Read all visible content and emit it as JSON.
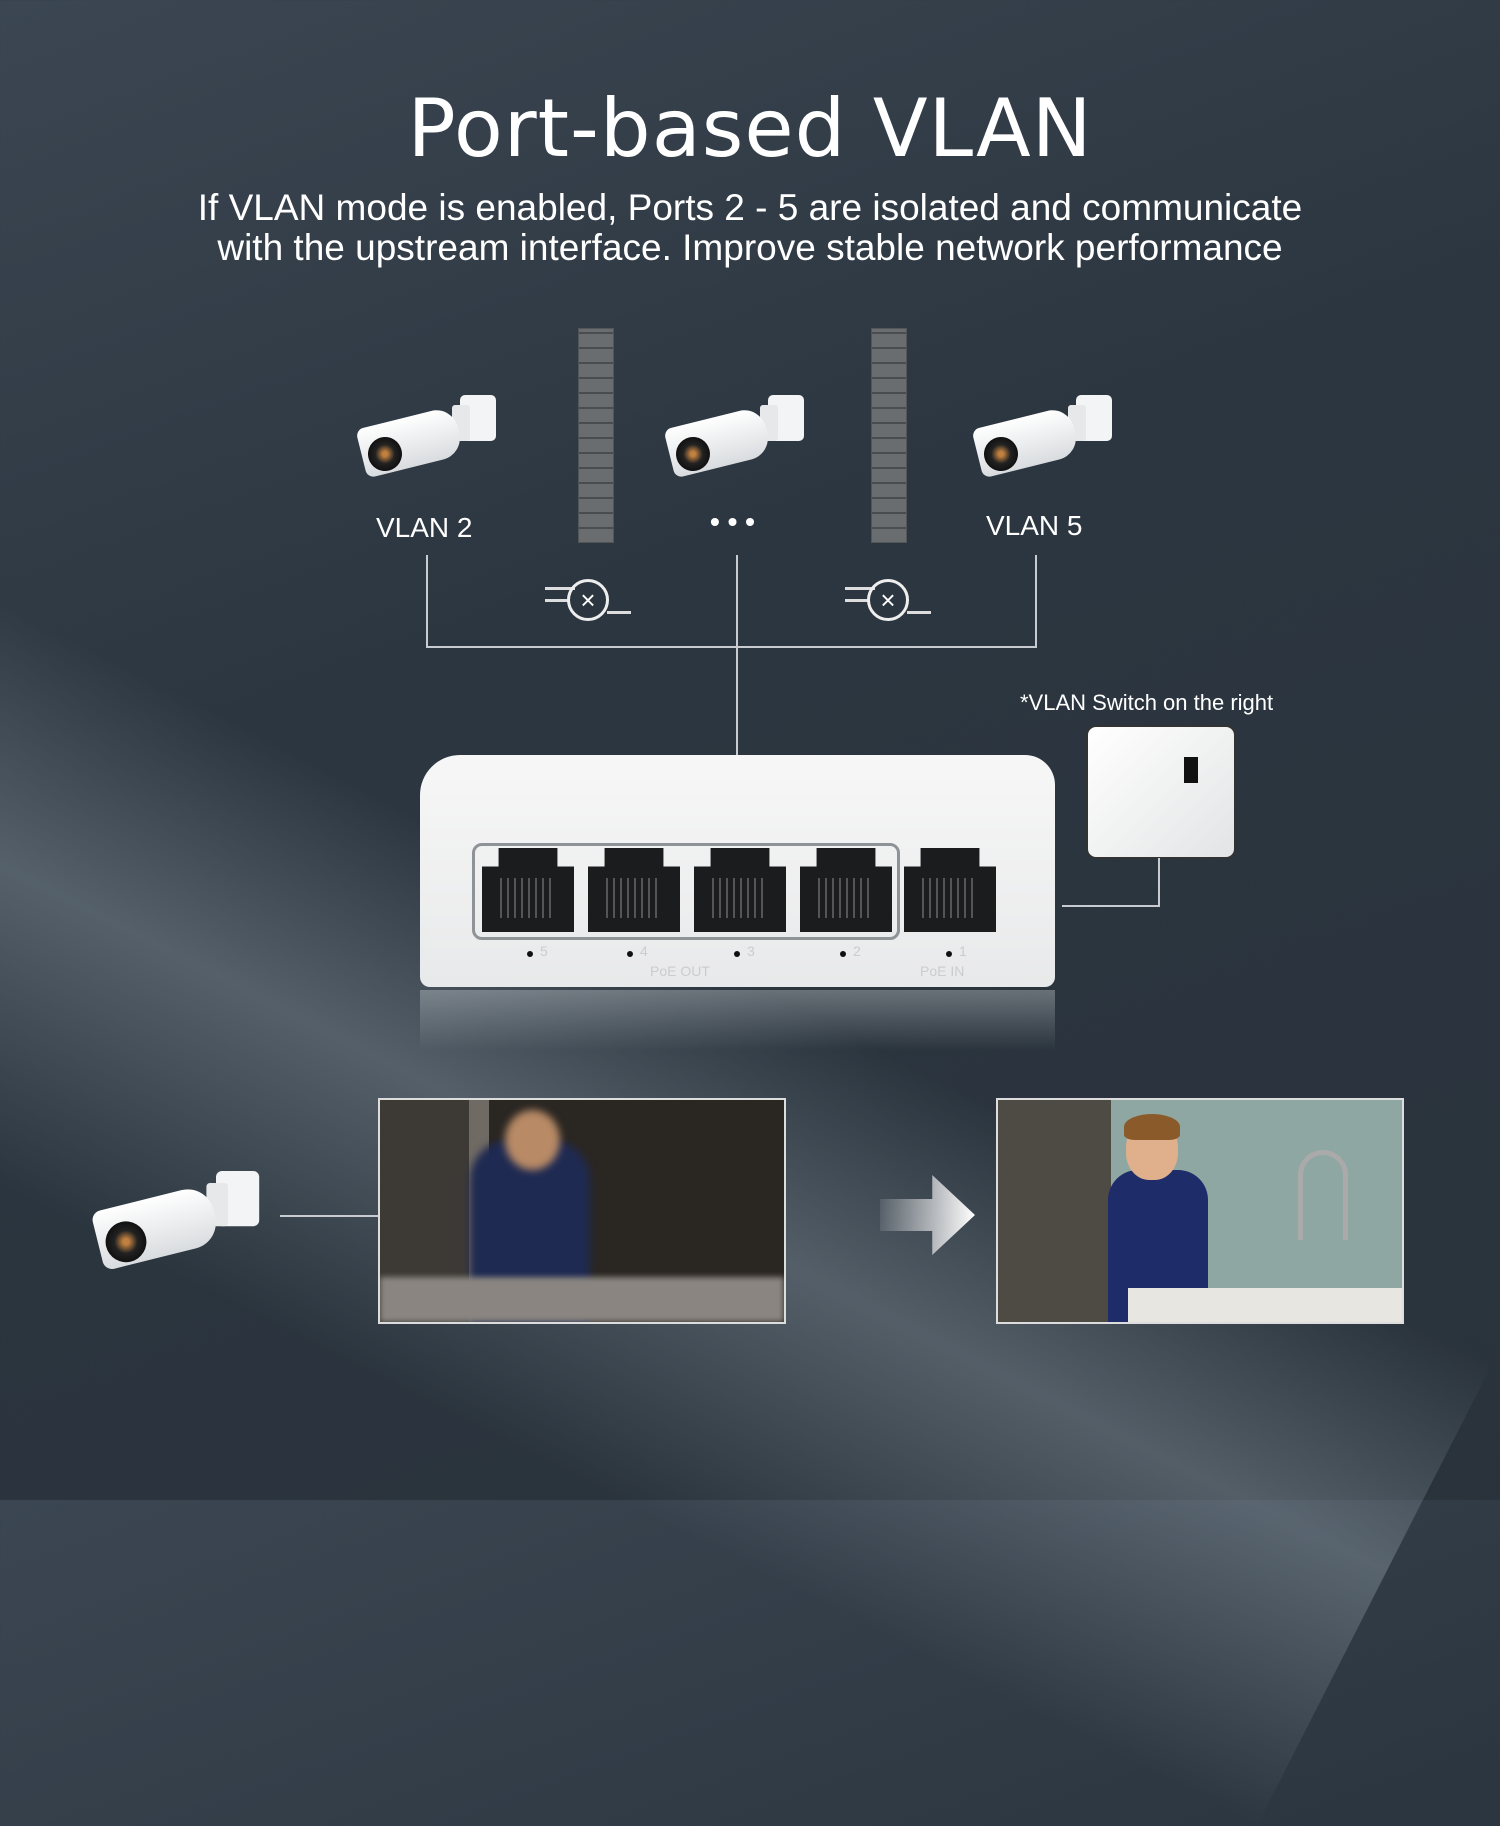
{
  "title": "Port-based VLAN",
  "subtitle": {
    "line1": "If VLAN mode is enabled, Ports 2 - 5 are isolated and communicate",
    "line2": "with the upstream interface. Improve stable network performance"
  },
  "labels": {
    "left": "VLAN 2",
    "middle": "• • •",
    "right": "VLAN 5"
  },
  "switch_note": "*VLAN Switch on the right",
  "switch": {
    "ports": [
      "5",
      "4",
      "3",
      "2",
      "1"
    ],
    "poe_out": "PoE OUT",
    "poe_in": "PoE IN"
  },
  "icons": [
    "camera-icon",
    "brick-wall-icon",
    "isolation-x-icon",
    "arrow-right-icon"
  ]
}
